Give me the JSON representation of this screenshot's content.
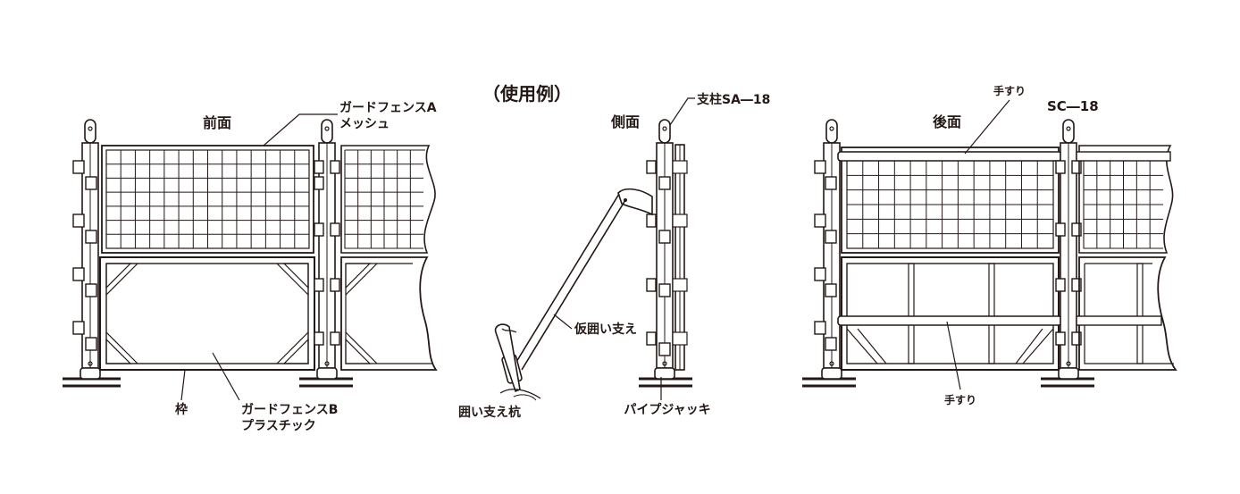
{
  "caption": "（使用例）",
  "views": {
    "front": {
      "title": "前面",
      "labels": {
        "guard_a_line1": "ガードフェンスA",
        "guard_a_line2": "メッシュ",
        "frame": "枠",
        "guard_b_line1": "ガードフェンスB",
        "guard_b_line2": "プラスチック"
      }
    },
    "side": {
      "title": "側面",
      "labels": {
        "post": "支柱SA―18",
        "temp_brace": "仮囲い支え",
        "stake": "囲い支え杭",
        "pipe_jack": "パイプジャッキ"
      }
    },
    "back": {
      "title": "後面",
      "labels": {
        "handrail_top": "手すり",
        "model": "SC―18",
        "handrail_bottom": "手すり"
      }
    }
  },
  "colors": {
    "ink": "#231815",
    "paper": "#ffffff"
  }
}
